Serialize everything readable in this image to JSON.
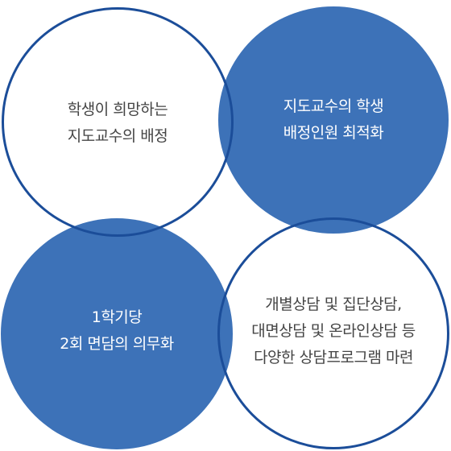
{
  "nodes": [
    {
      "id": "c1",
      "style": "outline",
      "lines": [
        "학생이 희망하는",
        "지도교수의 배정"
      ]
    },
    {
      "id": "c2",
      "style": "filled",
      "lines": [
        "지도교수의 학생",
        "배정인원 최적화"
      ]
    },
    {
      "id": "c3",
      "style": "filled",
      "lines": [
        "1학기당",
        "2회 면담의 의무화"
      ]
    },
    {
      "id": "c4",
      "style": "outline",
      "lines": [
        "개별상담 및 집단상담,",
        "대면상담 및 온라인상담 등",
        "다양한 상담프로그램 마련"
      ]
    }
  ],
  "colors": {
    "outline": "#1b4d99",
    "filled": "#3d72b8",
    "text_dark": "#444444",
    "text_light": "#ffffff"
  }
}
